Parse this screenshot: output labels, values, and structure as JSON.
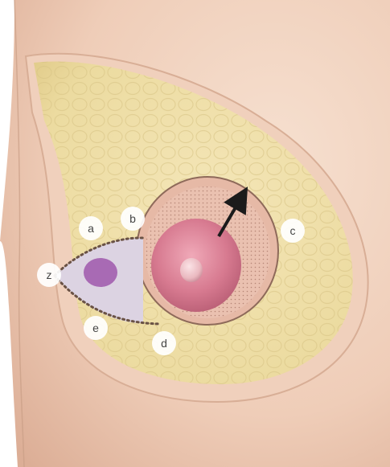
{
  "labels": {
    "a": "a",
    "b": "b",
    "c": "c",
    "d": "d",
    "e": "e",
    "z": "z"
  },
  "colors": {
    "skin": "#f1d3c0",
    "skin_shadow": "#c99e86",
    "fat_tissue": "#ecdca0",
    "areola_outer": "#e3b7a4",
    "areola_dotted": "#eac1b0",
    "nipple": "#d97a8f",
    "excision_zone": "#dcd3e2",
    "lesion": "#a86ab4",
    "border_line": "#6a5245",
    "arrow": "#1b1b1b"
  },
  "icons": {
    "arrow": "arrow-up-right-icon"
  }
}
